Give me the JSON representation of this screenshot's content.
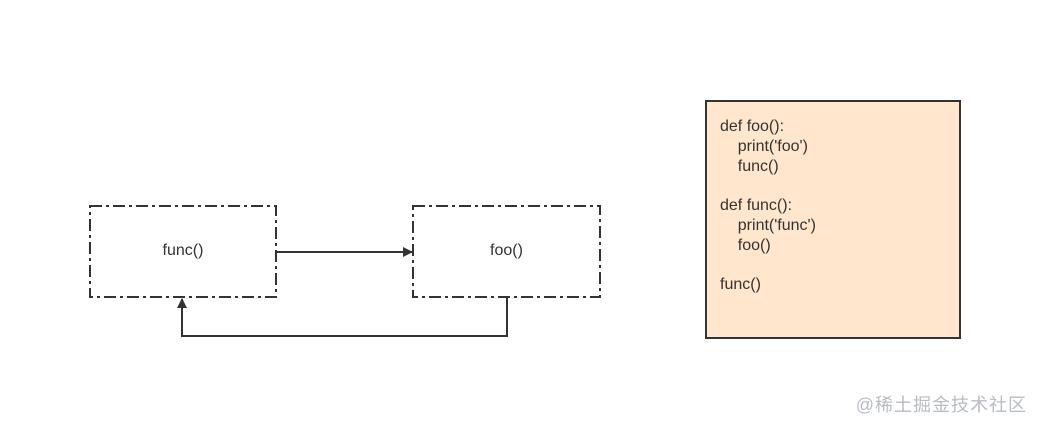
{
  "nodes": {
    "func": {
      "label": "func()"
    },
    "foo": {
      "label": "foo()"
    }
  },
  "code": {
    "lines": [
      "def foo():",
      "    print('foo')",
      "    func()",
      "",
      "def func():",
      "    print('func')",
      "    foo()",
      "",
      "func()"
    ]
  },
  "colors": {
    "stroke": "#333333",
    "code_box_fill": "#ffe6cc",
    "watermark": "#b8bcc3"
  },
  "watermark": {
    "text": "@稀土掘金技术社区"
  }
}
